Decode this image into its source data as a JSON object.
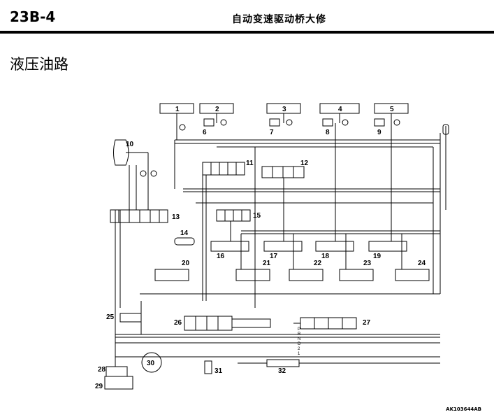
{
  "header": {
    "page_code": "23B-4",
    "title": "自动变速驱动桥大修"
  },
  "section": {
    "title": "液压油路"
  },
  "figure_code": "AK103644AB",
  "callouts": {
    "c1": "1",
    "c2": "2",
    "c3": "3",
    "c4": "4",
    "c5": "5",
    "c6": "6",
    "c7": "7",
    "c8": "8",
    "c9": "9",
    "c10": "10",
    "c11": "11",
    "c12": "12",
    "c13": "13",
    "c14": "14",
    "c15": "15",
    "c16": "16",
    "c17": "17",
    "c18": "18",
    "c19": "19",
    "c20": "20",
    "c21": "21",
    "c22": "22",
    "c23": "23",
    "c24": "24",
    "c25": "25",
    "c26": "26",
    "c27": "27",
    "c28": "28",
    "c29": "29",
    "c30": "30",
    "c31": "31",
    "c32": "32"
  },
  "shift_positions": {
    "p1": "P",
    "p2": "R",
    "p3": "N",
    "p4": "D",
    "p5": "2",
    "p6": "1"
  }
}
